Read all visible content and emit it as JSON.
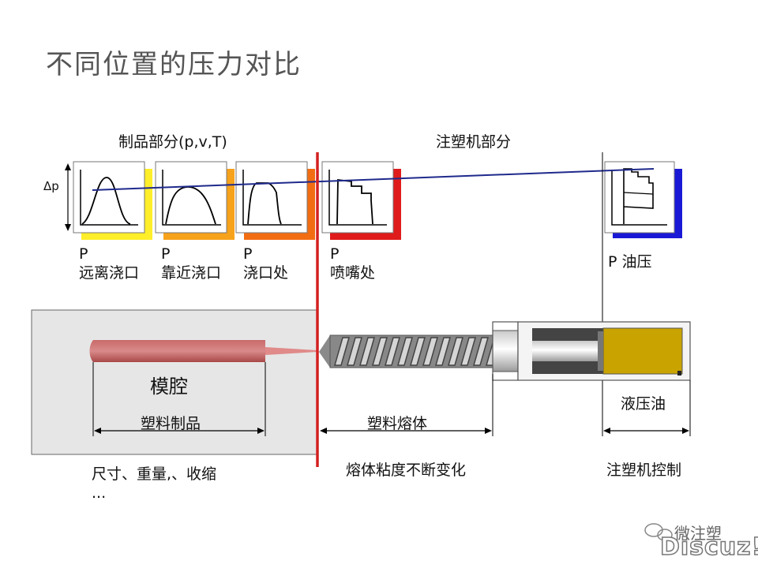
{
  "title": "不同位置的压力对比",
  "section_left": "制品部分(p,v,T)",
  "section_right": "注塑机部分",
  "delta_p": "Δp",
  "gauges": [
    {
      "p": "P",
      "label": "远离浇口",
      "color": "#ffee2a"
    },
    {
      "p": "P",
      "label": "靠近浇口",
      "color": "#f7a21b"
    },
    {
      "p": "P",
      "label": "浇口处",
      "color": "#f26d12"
    },
    {
      "p": "P",
      "label": "喷嘴处",
      "color": "#e01b1b"
    }
  ],
  "gauge_oil": {
    "label": "P 油压",
    "color": "#1a1ad6"
  },
  "mold": {
    "cavity": "模腔",
    "part": "塑料制品",
    "bottom": "尺寸、重量,、收缩",
    "ellipsis": "..."
  },
  "melt": {
    "label": "塑料熔体",
    "bottom": "熔体粘度不断变化"
  },
  "hydraulic": {
    "label": "液压油",
    "bottom": "注塑机控制"
  },
  "colors": {
    "divider": "#d42020",
    "trend_line": "#1f2a8c",
    "oil_block": "#c9a400",
    "mold_bg": "#e6e6e6"
  },
  "watermark": {
    "wechat": "微注塑",
    "site": "Discuz!"
  }
}
